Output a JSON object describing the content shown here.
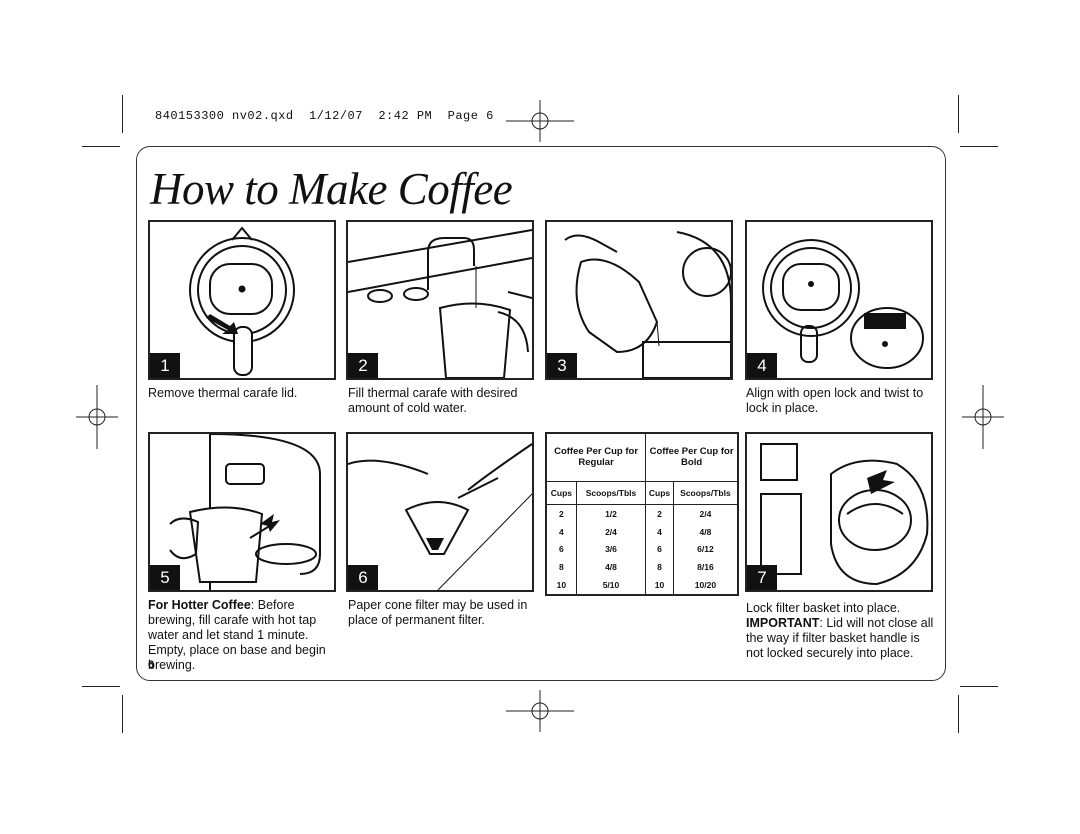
{
  "slug": "840153300 nv02.qxd  1/12/07  2:42 PM  Page 6",
  "title": "How to Make Coffee",
  "steps": [
    {
      "number": "1",
      "caption": "Remove thermal carafe lid."
    },
    {
      "number": "2",
      "caption": "Fill thermal carafe with desired amount of cold water."
    },
    {
      "number": "3",
      "caption": ""
    },
    {
      "number": "4",
      "caption": "Align with open lock and twist to lock in place."
    },
    {
      "number": "5",
      "caption_bold": "For Hotter Coffee",
      "caption_rest": ": Before brewing, fill carafe with hot tap water and let stand 1 minute. Empty, place on base and begin brewing."
    },
    {
      "number": "6",
      "caption": "Paper cone filter may be used in place of permanent filter."
    },
    {
      "number": "7",
      "caption": "Lock filter basket into place.",
      "important_label": "IMPORTANT",
      "important_text": ": Lid will not close all the way if filter basket handle is not locked securely into place."
    }
  ],
  "table": {
    "header_regular": "Coffee Per Cup for Regular",
    "header_bold": "Coffee Per Cup for Bold",
    "col_cups": "Cups",
    "col_scoops": "Scoops/Tbls",
    "rows": [
      {
        "cups_r": "2",
        "scoops_r": "1/2",
        "cups_b": "2",
        "scoops_b": "2/4"
      },
      {
        "cups_r": "4",
        "scoops_r": "2/4",
        "cups_b": "4",
        "scoops_b": "4/8"
      },
      {
        "cups_r": "6",
        "scoops_r": "3/6",
        "cups_b": "6",
        "scoops_b": "6/12"
      },
      {
        "cups_r": "8",
        "scoops_r": "4/8",
        "cups_b": "8",
        "scoops_b": "8/16"
      },
      {
        "cups_r": "10",
        "scoops_r": "5/10",
        "cups_b": "10",
        "scoops_b": "10/20"
      }
    ]
  },
  "page_number": "6"
}
